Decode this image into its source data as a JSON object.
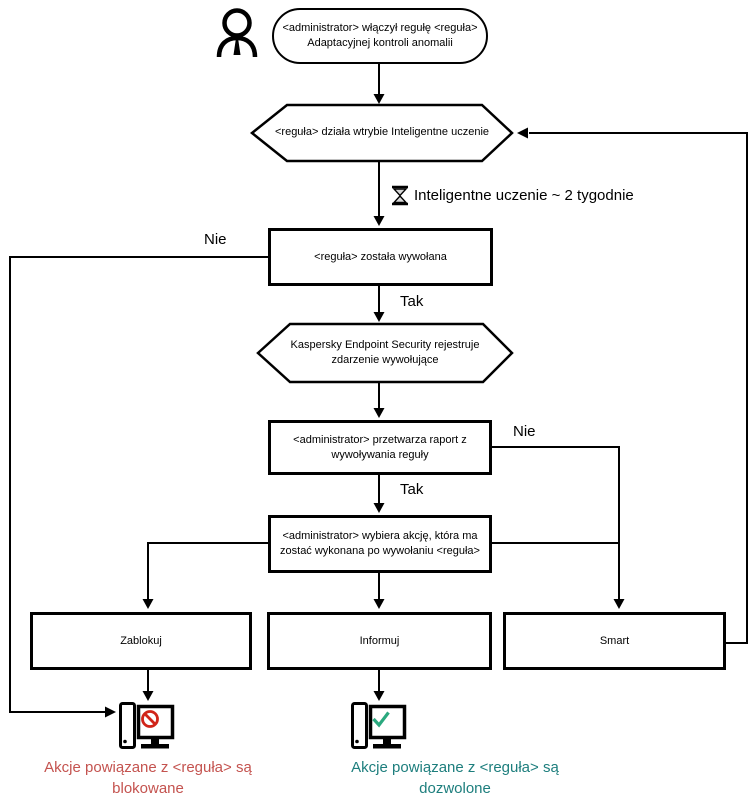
{
  "palette": {
    "line": "#000000",
    "blocked_text": "#c4534f",
    "allowed_text": "#1d7e7d",
    "blocked_icon": "#d02418",
    "allowed_icon": "#2aa87e"
  },
  "flow": {
    "start": {
      "line1": "<administrator> włączył regułę <reguła>",
      "line2": "Adaptacyjnej kontroli anomalii"
    },
    "training_mode": {
      "label": "<reguła> działa wtrybie Inteligentne uczenie"
    },
    "training_note": {
      "label": "Inteligentne uczenie ~ 2 tygodnie"
    },
    "rule_triggered": {
      "label": "<reguła> została wywołana",
      "no": "Nie",
      "yes": "Tak"
    },
    "event_logged": {
      "line1": "Kaspersky Endpoint Security rejestruje",
      "line2": "zdarzenie wywołujące"
    },
    "report": {
      "line1": "<administrator> przetwarza raport z",
      "line2": "wywoływania reguły",
      "no": "Nie",
      "yes": "Tak"
    },
    "action_select": {
      "line1": "<administrator> wybiera akcję, która ma",
      "line2": "zostać wykonana po wywołaniu <reguła>"
    },
    "actions": {
      "block": "Zablokuj",
      "inform": "Informuj",
      "smart": "Smart"
    },
    "outcome_blocked": {
      "line1": "Akcje powiązane z <reguła> są",
      "line2": "blokowane"
    },
    "outcome_allowed": {
      "line1": "Akcje powiązane z <reguła> są",
      "line2": "dozwolone"
    }
  }
}
